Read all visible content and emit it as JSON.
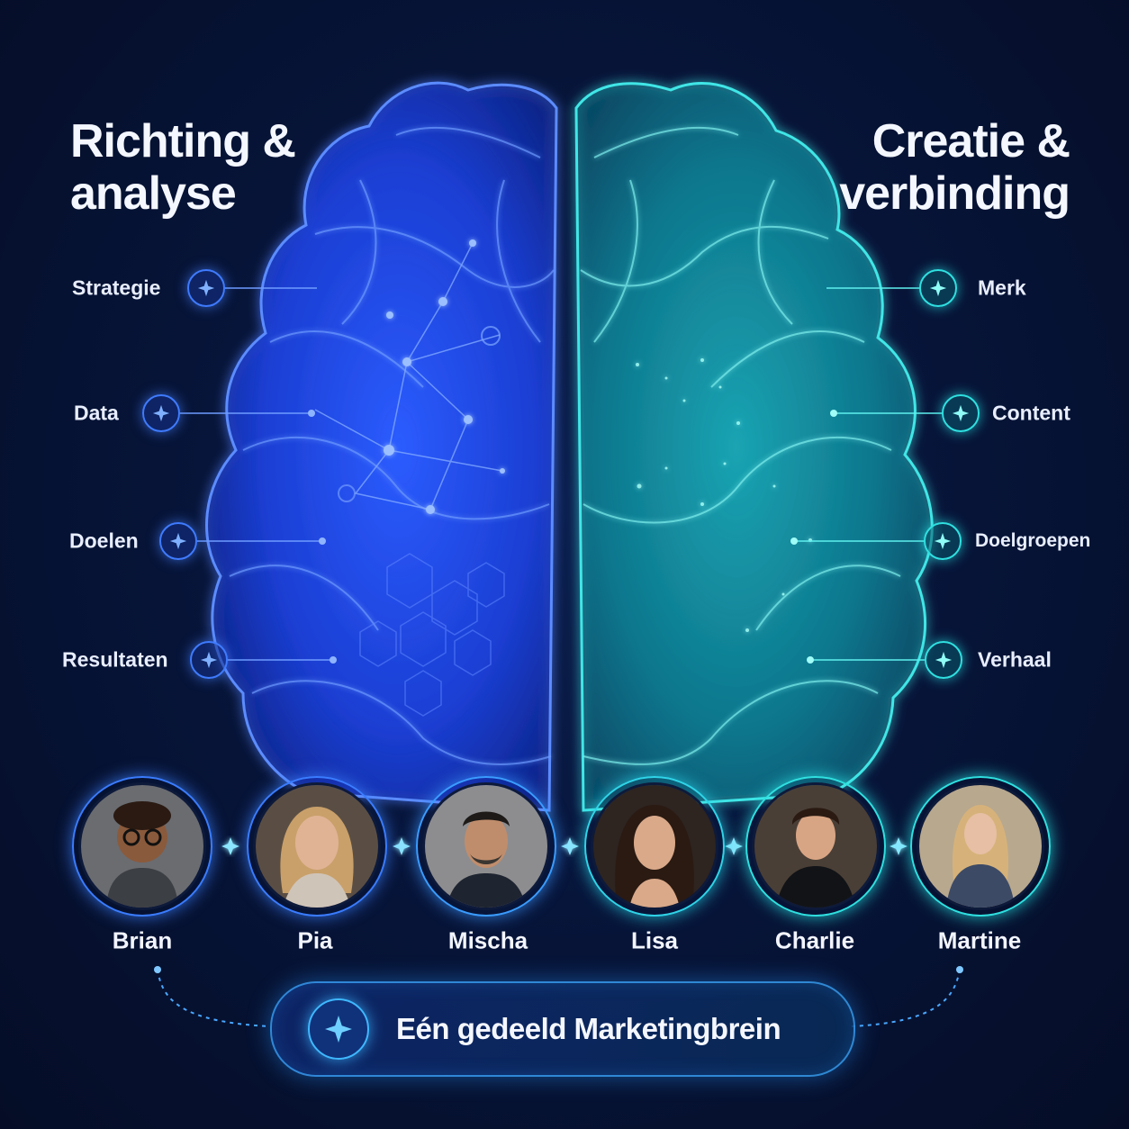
{
  "left_heading": {
    "line1": "Richting &",
    "line2": "analyse"
  },
  "right_heading": {
    "line1": "Creatie &",
    "line2": "verbinding"
  },
  "left_labels": [
    "Strategie",
    "Data",
    "Doelen",
    "Resultaten"
  ],
  "right_labels": [
    "Merk",
    "Content",
    "Doelgroepen",
    "Verhaal"
  ],
  "team": [
    {
      "name": "Brian"
    },
    {
      "name": "Pia"
    },
    {
      "name": "Mischa"
    },
    {
      "name": "Lisa"
    },
    {
      "name": "Charlie"
    },
    {
      "name": "Martine"
    }
  ],
  "footer": {
    "text": "Eén gedeeld Marketingbrein",
    "icon": "sparkle-icon"
  },
  "colors": {
    "left": "#2f5bff",
    "right": "#2fe0e0",
    "background": "#050d26"
  }
}
